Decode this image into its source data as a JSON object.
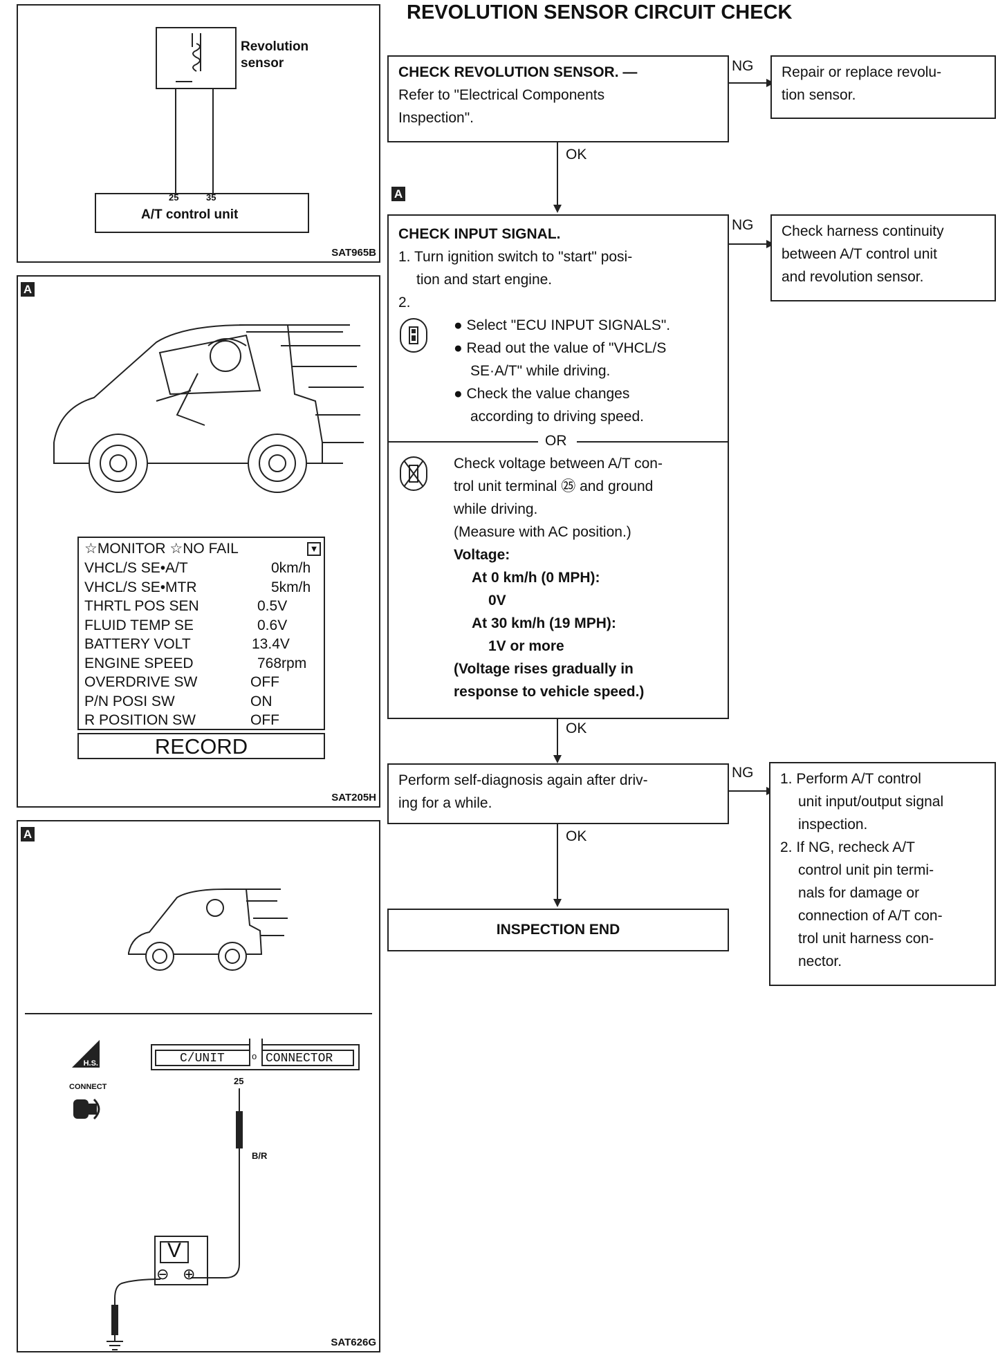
{
  "page_title": "REVOLUTION SENSOR CIRCUIT CHECK",
  "badge_letter": "A",
  "fig1": {
    "sensor_label_1": "Revolution",
    "sensor_label_2": "sensor",
    "pin_a": "25",
    "pin_b": "35",
    "unit_label": "A/T control unit",
    "code": "SAT965B"
  },
  "fig2": {
    "code": "SAT205H",
    "monitor_header": "☆MONITOR ☆NO FAIL",
    "rows": [
      {
        "name": "VHCL/S SE•A/T",
        "value": "0km/h"
      },
      {
        "name": "VHCL/S SE•MTR",
        "value": "5km/h"
      },
      {
        "name": "THRTL POS SEN",
        "value": "0.5V"
      },
      {
        "name": "FLUID TEMP SE",
        "value": "0.6V"
      },
      {
        "name": "BATTERY VOLT",
        "value": "13.4V"
      },
      {
        "name": "ENGINE SPEED",
        "value": "768rpm"
      },
      {
        "name": "OVERDRIVE SW",
        "value": "OFF"
      },
      {
        "name": "P/N POSI SW",
        "value": "ON"
      },
      {
        "name": "R POSITION SW",
        "value": "OFF"
      }
    ],
    "record_label": "RECORD"
  },
  "fig3": {
    "code": "SAT626G",
    "hs_label": "H.S.",
    "connect_label": "CONNECT",
    "cunit_label": "C/UNIT",
    "connector_label": "CONNECTOR",
    "pin": "25",
    "wire": "B/R",
    "meter": "V",
    "minus": "⊖",
    "plus": "⊕"
  },
  "flow": {
    "ng": "NG",
    "ok": "OK",
    "step1": {
      "title": "CHECK REVOLUTION SENSOR. —",
      "line2": "Refer to \"Electrical Components",
      "line3": "Inspection\"."
    },
    "step1_ng": {
      "line1": "Repair or replace revolu-",
      "line2": "tion sensor."
    },
    "step2": {
      "title": "CHECK INPUT SIGNAL.",
      "s1_line1": "1. Turn ignition switch to \"start\" posi-",
      "s1_line2": "tion and start engine.",
      "s2": "2.",
      "b1": "Select \"ECU INPUT SIGNALS\".",
      "b2_line1": "Read out the value of \"VHCL/S",
      "b2_line2": "SE·A/T\" while driving.",
      "b3_line1": "Check the value changes",
      "b3_line2": "according to driving speed.",
      "or": "OR",
      "v_line1": "Check voltage between A/T con-",
      "v_line2a": "trol unit terminal",
      "v_terminal": "㉕",
      "v_line2b": "and ground",
      "v_line3": "while driving.",
      "v_line4": "(Measure with AC position.)",
      "v_voltage": "Voltage:",
      "v_at0": "At 0 km/h (0 MPH):",
      "v_0v": "0V",
      "v_at30": "At 30 km/h (19 MPH):",
      "v_1v": "1V or more",
      "v_note1": "(Voltage rises gradually in",
      "v_note2": "response to vehicle speed.)"
    },
    "step2_ng": {
      "line1": "Check harness continuity",
      "line2": "between A/T control unit",
      "line3": "and revolution sensor."
    },
    "step3": {
      "line1": "Perform self-diagnosis again after driv-",
      "line2": "ing for a while."
    },
    "step3_ng": {
      "l1": "1. Perform A/T control",
      "l2": "unit input/output signal",
      "l3": "inspection.",
      "l4": "2. If NG, recheck A/T",
      "l5": "control unit pin termi-",
      "l6": "nals for damage or",
      "l7": "connection of A/T con-",
      "l8": "trol unit harness con-",
      "l9": "nector."
    },
    "end": "INSPECTION END"
  }
}
